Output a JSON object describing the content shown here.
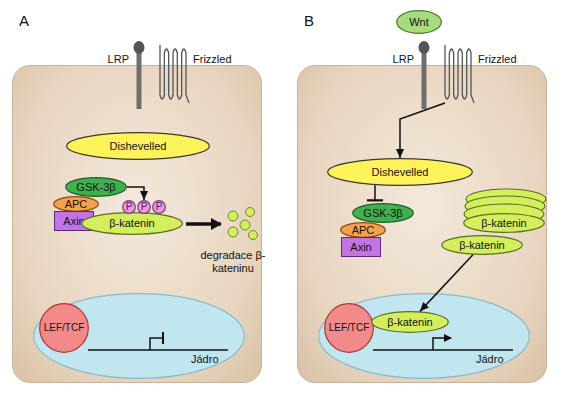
{
  "diagram": {
    "nodes": [
      {
        "text": [
          "A"
        ]
      },
      {
        "text": [
          "LRP"
        ],
        "in": 0
      },
      {
        "text": [
          "Frizzled"
        ],
        "in": 0
      },
      {
        "text": [
          "Dishevelled"
        ],
        "in": 0
      },
      {
        "text": [
          "GSK-3β"
        ],
        "in": 0
      },
      {
        "text": [
          "APC"
        ],
        "in": 0
      },
      {
        "text": [
          "Axin"
        ],
        "in": 0
      },
      {
        "text": [
          "β-katenin"
        ],
        "in": 0
      },
      {
        "text": [
          "P"
        ],
        "in": 7
      },
      {
        "text": [
          "P"
        ],
        "in": 7
      },
      {
        "text": [
          "P"
        ],
        "in": 7
      },
      {
        "text": [
          "Jádro"
        ],
        "in": 0
      },
      {
        "text": [
          "LEF/TCF"
        ],
        "in": 11
      },
      {
        "text": [
          "B"
        ]
      },
      {
        "text": [
          "Wnt"
        ]
      },
      {
        "text": [
          "LRP"
        ],
        "in": 13
      },
      {
        "text": [
          "Frizzled"
        ],
        "in": 13
      },
      {
        "text": [
          "Dishevelled"
        ],
        "in": 13
      },
      {
        "text": [
          "GSK-3β"
        ],
        "in": 13
      },
      {
        "text": [
          "APC"
        ],
        "in": 13
      },
      {
        "text": [
          "Axin"
        ],
        "in": 13
      },
      {
        "text": [
          "β-katenin"
        ],
        "in": 13
      },
      {
        "text": [
          "β-katenin"
        ],
        "in": 13
      },
      {
        "text": [
          "Jádro"
        ],
        "in": 13
      },
      {
        "text": [
          "LEF/TCF"
        ],
        "in": 23
      },
      {
        "text": [
          "β-katenin"
        ],
        "in": 23
      }
    ],
    "edges": [
      {
        "from": 4,
        "to": 9,
        "arrow": "to"
      },
      {
        "from": 16,
        "to": 17,
        "arrow": "to"
      },
      {
        "from": 17,
        "to": 18,
        "arrow": "to"
      },
      {
        "from": 22,
        "to": 25,
        "arrow": "to"
      }
    ],
    "labels": [
      "degradace β-kateninu"
    ]
  }
}
